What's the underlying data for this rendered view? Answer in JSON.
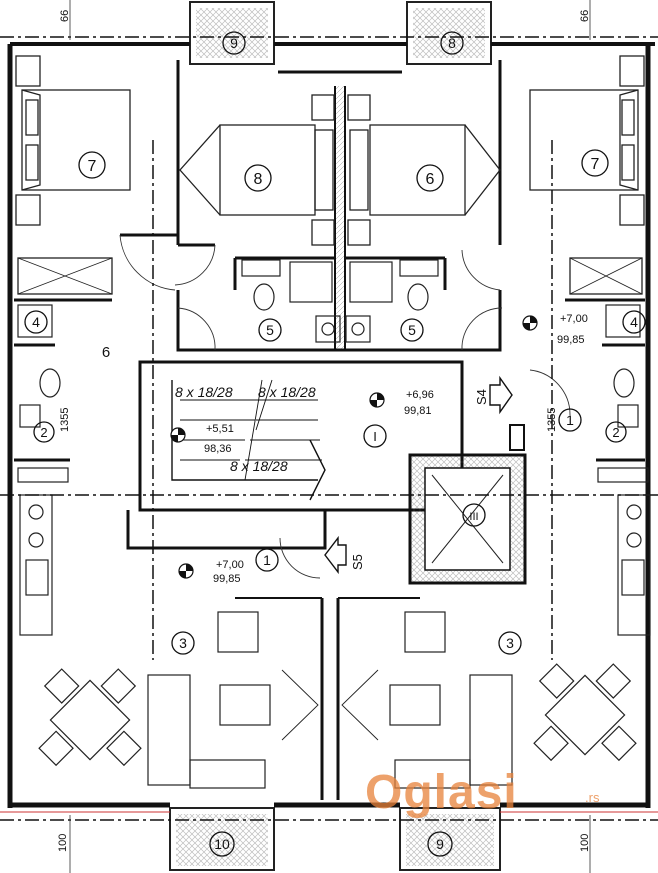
{
  "rooms": {
    "r9_top_left": "9",
    "r8_top_right": "8",
    "r7_left": "7",
    "r8_mid": "8",
    "r6_mid": "6",
    "r7_right": "7",
    "r4_left": "4",
    "r4_right": "4",
    "r5_left": "5",
    "r5_right": "5",
    "r6_left": "6",
    "r2_left": "2",
    "r2_right": "2",
    "r1_right": "1",
    "r1_mid": "1",
    "rI": "I",
    "rIII": "III",
    "r3_left": "3",
    "r3_right": "3",
    "r10_bottom": "10",
    "r9_bottom": "9"
  },
  "stairs": {
    "flight_a": "8 x 18/28",
    "flight_b": "8 x 18/28",
    "flight_c": "8 x 18/28"
  },
  "levels": {
    "top_right_elev": "+7,00",
    "top_right_abs": "99,85",
    "landing_elev": "+6,96",
    "landing_abs": "99,81",
    "mid_elev": "+5,51",
    "mid_abs": "98,36",
    "bottom_elev": "+7,00",
    "bottom_abs": "99,85"
  },
  "section_marks": {
    "s4": "S4",
    "s5": "S5"
  },
  "dimensions": {
    "top_left": "66",
    "top_right": "66",
    "side_left": "1355",
    "side_right": "1355",
    "bottom_left": "100",
    "bottom_right": "100"
  },
  "watermark": {
    "text": "Oglasi",
    "suffix": ".rs",
    "color": "#e8823a"
  }
}
